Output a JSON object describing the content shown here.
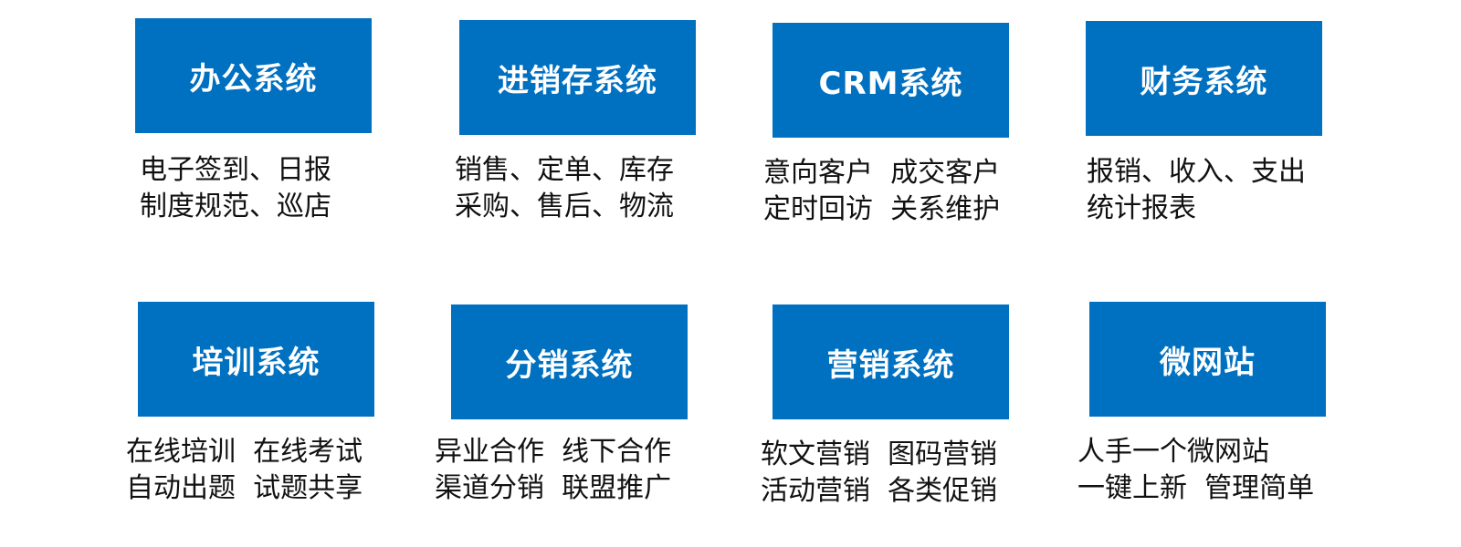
{
  "accent_color": "#0070C0",
  "modules": [
    {
      "title": "办公系统",
      "lines": [
        "电子签到、日报",
        "制度规范、巡店"
      ]
    },
    {
      "title": "进销存系统",
      "lines": [
        "销售、定单、库存",
        "采购、售后、物流"
      ]
    },
    {
      "title": "CRM系统",
      "lines": [
        "意向客户  成交客户",
        "定时回访  关系维护"
      ]
    },
    {
      "title": "财务系统",
      "lines": [
        "报销、收入、支出",
        "统计报表"
      ]
    },
    {
      "title": "培训系统",
      "lines": [
        "在线培训  在线考试",
        "自动出题  试题共享"
      ]
    },
    {
      "title": "分销系统",
      "lines": [
        "异业合作  线下合作",
        "渠道分销  联盟推广"
      ]
    },
    {
      "title": "营销系统",
      "lines": [
        "软文营销  图码营销",
        "活动营销  各类促销"
      ]
    },
    {
      "title": "微网站",
      "lines": [
        "人手一个微网站",
        "一键上新  管理简单"
      ]
    }
  ]
}
